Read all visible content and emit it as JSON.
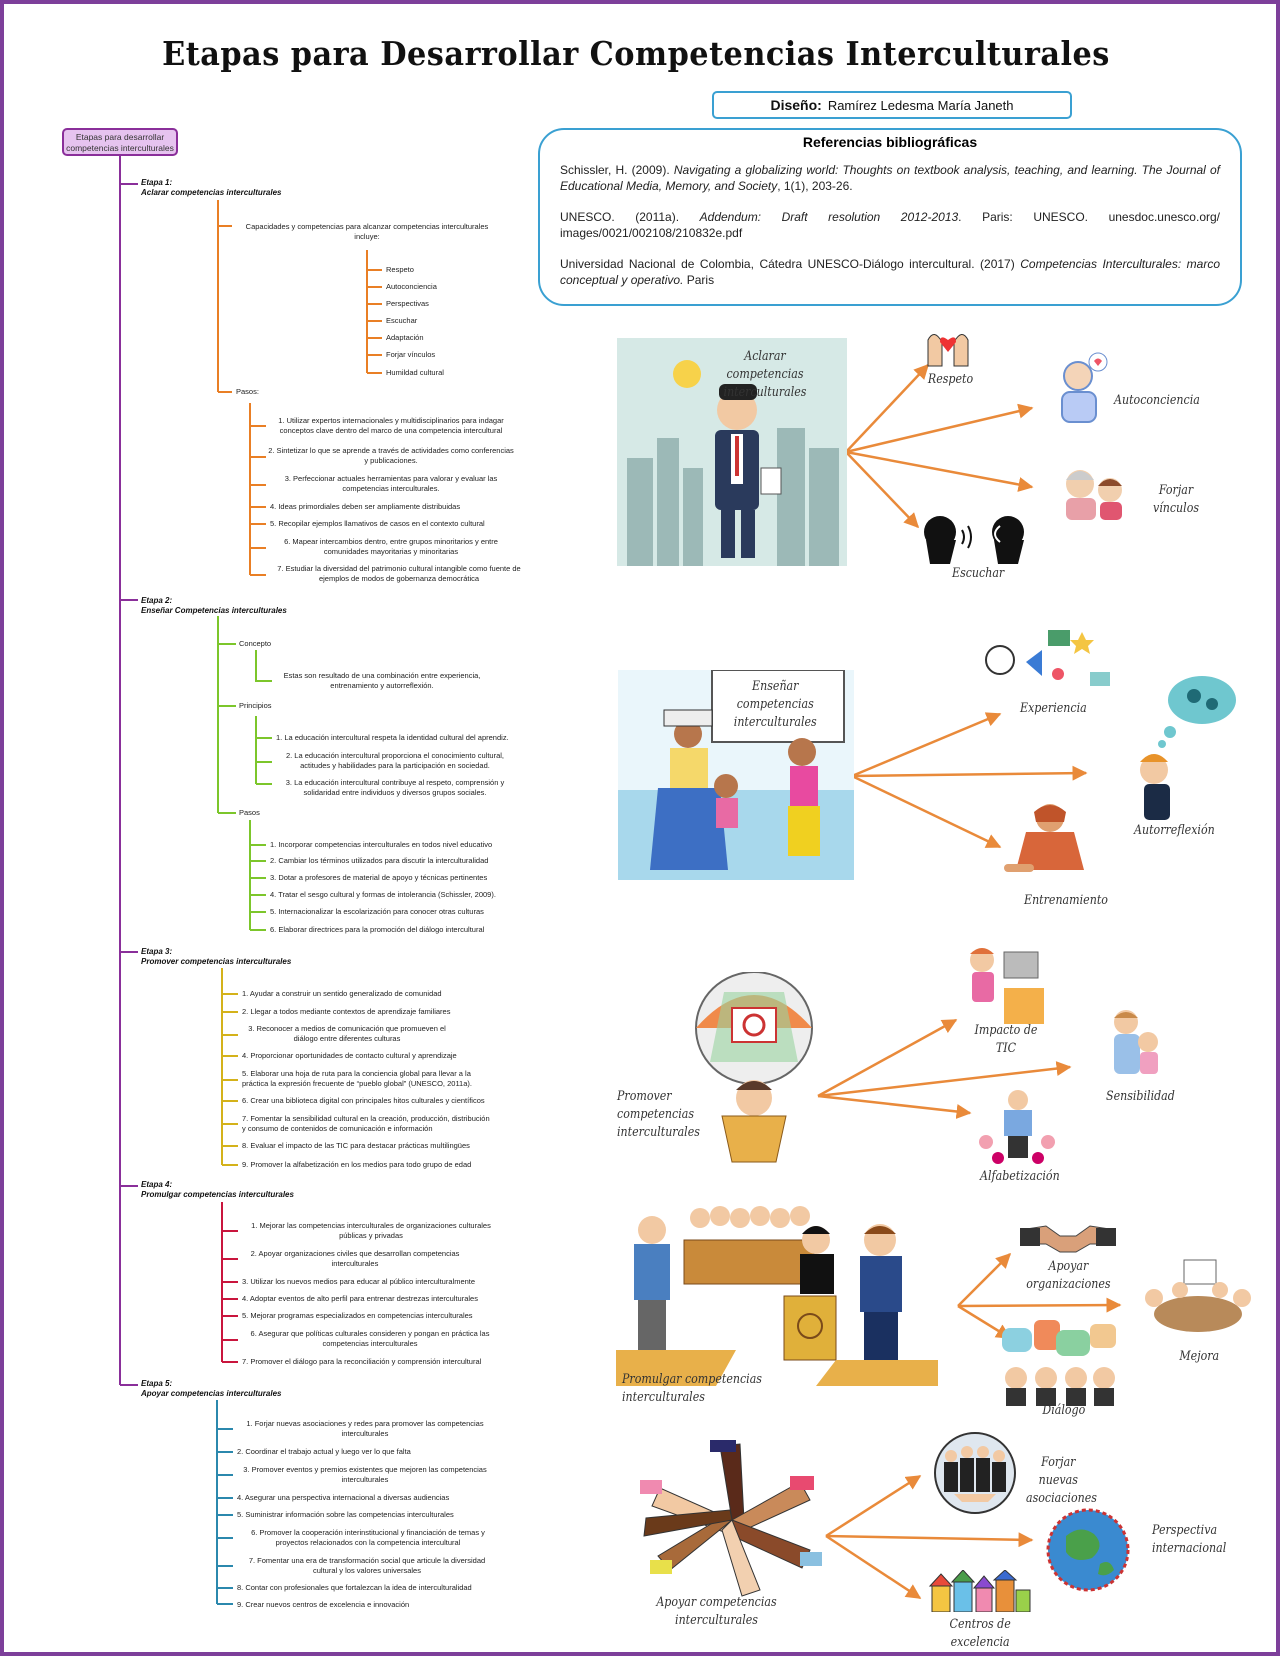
{
  "title": "Etapas para Desarrollar Competencias Interculturales",
  "design": {
    "label": "Diseño:",
    "author": "Ramírez Ledesma María Janeth"
  },
  "references": {
    "heading": "Referencias bibliográficas",
    "items": [
      {
        "pre": "Schissler, H. (2009). ",
        "it": "Navigating a globalizing world: Thoughts on textbook analysis, teaching, and learning. The Journal of Educational Media, Memory, and Society",
        "post": ", 1(1), 203-26."
      },
      {
        "pre": "UNESCO. (2011a). ",
        "it": "Addendum: Draft resolution 2012-2013",
        "post": ". Paris: UNESCO. unesdoc.unesco.org/ images/0021/002108/210832e.pdf"
      },
      {
        "pre": "Universidad Nacional de Colombia, Cátedra UNESCO-Diálogo intercultural. (2017) ",
        "it": "Competencias Interculturales: marco conceptual y operativo.",
        "post": " Paris"
      }
    ]
  },
  "colors": {
    "frame": "#7d3f9a",
    "stage1": "#e97f25",
    "stage2": "#7cc62b",
    "stage3": "#d4b21a",
    "stage4": "#c9153d",
    "stage5": "#2b88ad",
    "arrow": "#e98a3a",
    "root": "#8a2f9a"
  },
  "tree": {
    "root": "Etapas para desarrollar competencias interculturales",
    "stage1": {
      "title": "Etapa 1:",
      "subtitle": "Aclarar competencias interculturales",
      "capacidades": "Capacidades y competencias para alcanzar competencias interculturales incluye:",
      "valores": [
        "Respeto",
        "Autoconciencia",
        "Perspectivas",
        "Escuchar",
        "Adaptación",
        "Forjar vínculos",
        "Humildad cultural"
      ],
      "pasos_label": "Pasos:",
      "pasos": [
        "1. Utilizar expertos internacionales y multidisciplinarios para indagar conceptos clave dentro del marco de una competencia intercultural",
        "2. Sintetizar lo que se aprende a través de actividades como conferencias y publicaciones.",
        "3. Perfeccionar actuales herramientas para valorar y evaluar las competencias interculturales.",
        "4. Ideas primordiales deben ser ampliamente distribuidas",
        "5. Recopilar ejemplos llamativos de casos en el contexto cultural",
        "6. Mapear intercambios dentro, entre grupos minoritarios y entre comunidades mayoritarias y minoritarias",
        "7. Estudiar la diversidad del patrimonio cultural intangible como fuente de ejemplos de modos de gobernanza democrática"
      ]
    },
    "stage2": {
      "title": "Etapa 2:",
      "subtitle": "Enseñar Competencias interculturales",
      "concepto_label": "Concepto",
      "concepto": "Estas son resultado de una combinación entre experiencia, entrenamiento y autorreflexión.",
      "principios_label": "Principios",
      "principios": [
        "1. La educación intercultural respeta la identidad cultural del aprendiz.",
        "2. La educación intercultural proporciona el conocimiento cultural, actitudes y habilidades para la participación en sociedad.",
        "3. La educación intercultural contribuye al respeto, comprensión y solidaridad entre individuos y diversos grupos sociales."
      ],
      "pasos_label": "Pasos",
      "pasos": [
        "1. Incorporar competencias interculturales en todos nivel educativo",
        "2. Cambiar los términos utilizados para discutir la interculturalidad",
        "3. Dotar a profesores de material de apoyo y técnicas pertinentes",
        "4. Tratar el sesgo cultural y formas de intolerancia (Schissler, 2009).",
        "5. Internacionalizar la escolarización para conocer otras culturas",
        "6. Elaborar directrices para la promoción del diálogo intercultural"
      ]
    },
    "stage3": {
      "title": "Etapa 3:",
      "subtitle": "Promover competencias interculturales",
      "pasos": [
        "1. Ayudar a construir un sentido generalizado de comunidad",
        "2. Llegar a todos mediante contextos de aprendizaje familiares",
        "3. Reconocer a medios de comunicación que promueven el diálogo entre diferentes culturas",
        "4. Proporcionar oportunidades de contacto cultural y aprendizaje",
        "5. Elaborar una hoja de ruta para la conciencia global para llevar a la práctica la expresión frecuente de “pueblo global” (UNESCO, 2011a).",
        "6. Crear una biblioteca digital con principales hitos culturales y científicos",
        "7. Fomentar la sensibilidad cultural en la creación, producción, distribución y consumo de contenidos de comunicación e información",
        "8. Evaluar el impacto de las TIC para destacar prácticas multilingües",
        "9. Promover la alfabetización en los medios para todo grupo de edad"
      ]
    },
    "stage4": {
      "title": "Etapa 4:",
      "subtitle": "Promulgar competencias interculturales",
      "pasos": [
        "1. Mejorar las competencias interculturales de organizaciones culturales públicas y privadas",
        "2. Apoyar organizaciones civiles que desarrollan competencias interculturales",
        "3. Utilizar los nuevos medios para educar al público interculturalmente",
        "4. Adoptar eventos de alto perfil para entrenar destrezas interculturales",
        "5. Mejorar programas especializados en competencias interculturales",
        "6. Asegurar que políticas culturales consideren y pongan en práctica las competencias interculturales",
        "7. Promover el diálogo para la reconciliación y comprensión intercultural"
      ]
    },
    "stage5": {
      "title": "Etapa 5:",
      "subtitle": "Apoyar competencias interculturales",
      "pasos": [
        "1. Forjar nuevas asociaciones y redes para promover las competencias interculturales",
        "2. Coordinar el trabajo actual y luego ver lo que falta",
        "3. Promover eventos y premios existentes que mejoren las competencias interculturales",
        "4. Asegurar una perspectiva internacional a diversas audiencias",
        "5. Suministrar información sobre las competencias interculturales",
        "6. Promover la cooperación interinstitucional y financiación de temas y proyectos relacionados con la competencia intercultural",
        "7. Fomentar una era de transformación social que articule la diversidad cultural y los valores universales",
        "8. Contar con profesionales que fortalezcan la idea de interculturalidad",
        "9. Crear nuevos centros de excelencia e innovación"
      ]
    }
  },
  "illustrations": {
    "s1": {
      "caption": "Aclarar competencias interculturales",
      "targets": [
        "Respeto",
        "Autoconciencia",
        "Forjar vínculos",
        "Escuchar"
      ]
    },
    "s2": {
      "caption": "Enseñar competencias interculturales",
      "targets": [
        "Experiencia",
        "Autorreflexión",
        "Entrenamiento"
      ]
    },
    "s3": {
      "caption": "Promover competencias interculturales",
      "targets": [
        "Impacto de TIC",
        "Sensibilidad",
        "Alfabetización"
      ]
    },
    "s4": {
      "caption": "Promulgar competencias interculturales",
      "targets": [
        "Apoyar organizaciones",
        "Mejora",
        "Diálogo"
      ]
    },
    "s5": {
      "caption": "Apoyar competencias interculturales",
      "targets": [
        "Forjar nuevas asociaciones",
        "Perspectiva internacional",
        "Centros de excelencia"
      ]
    }
  }
}
